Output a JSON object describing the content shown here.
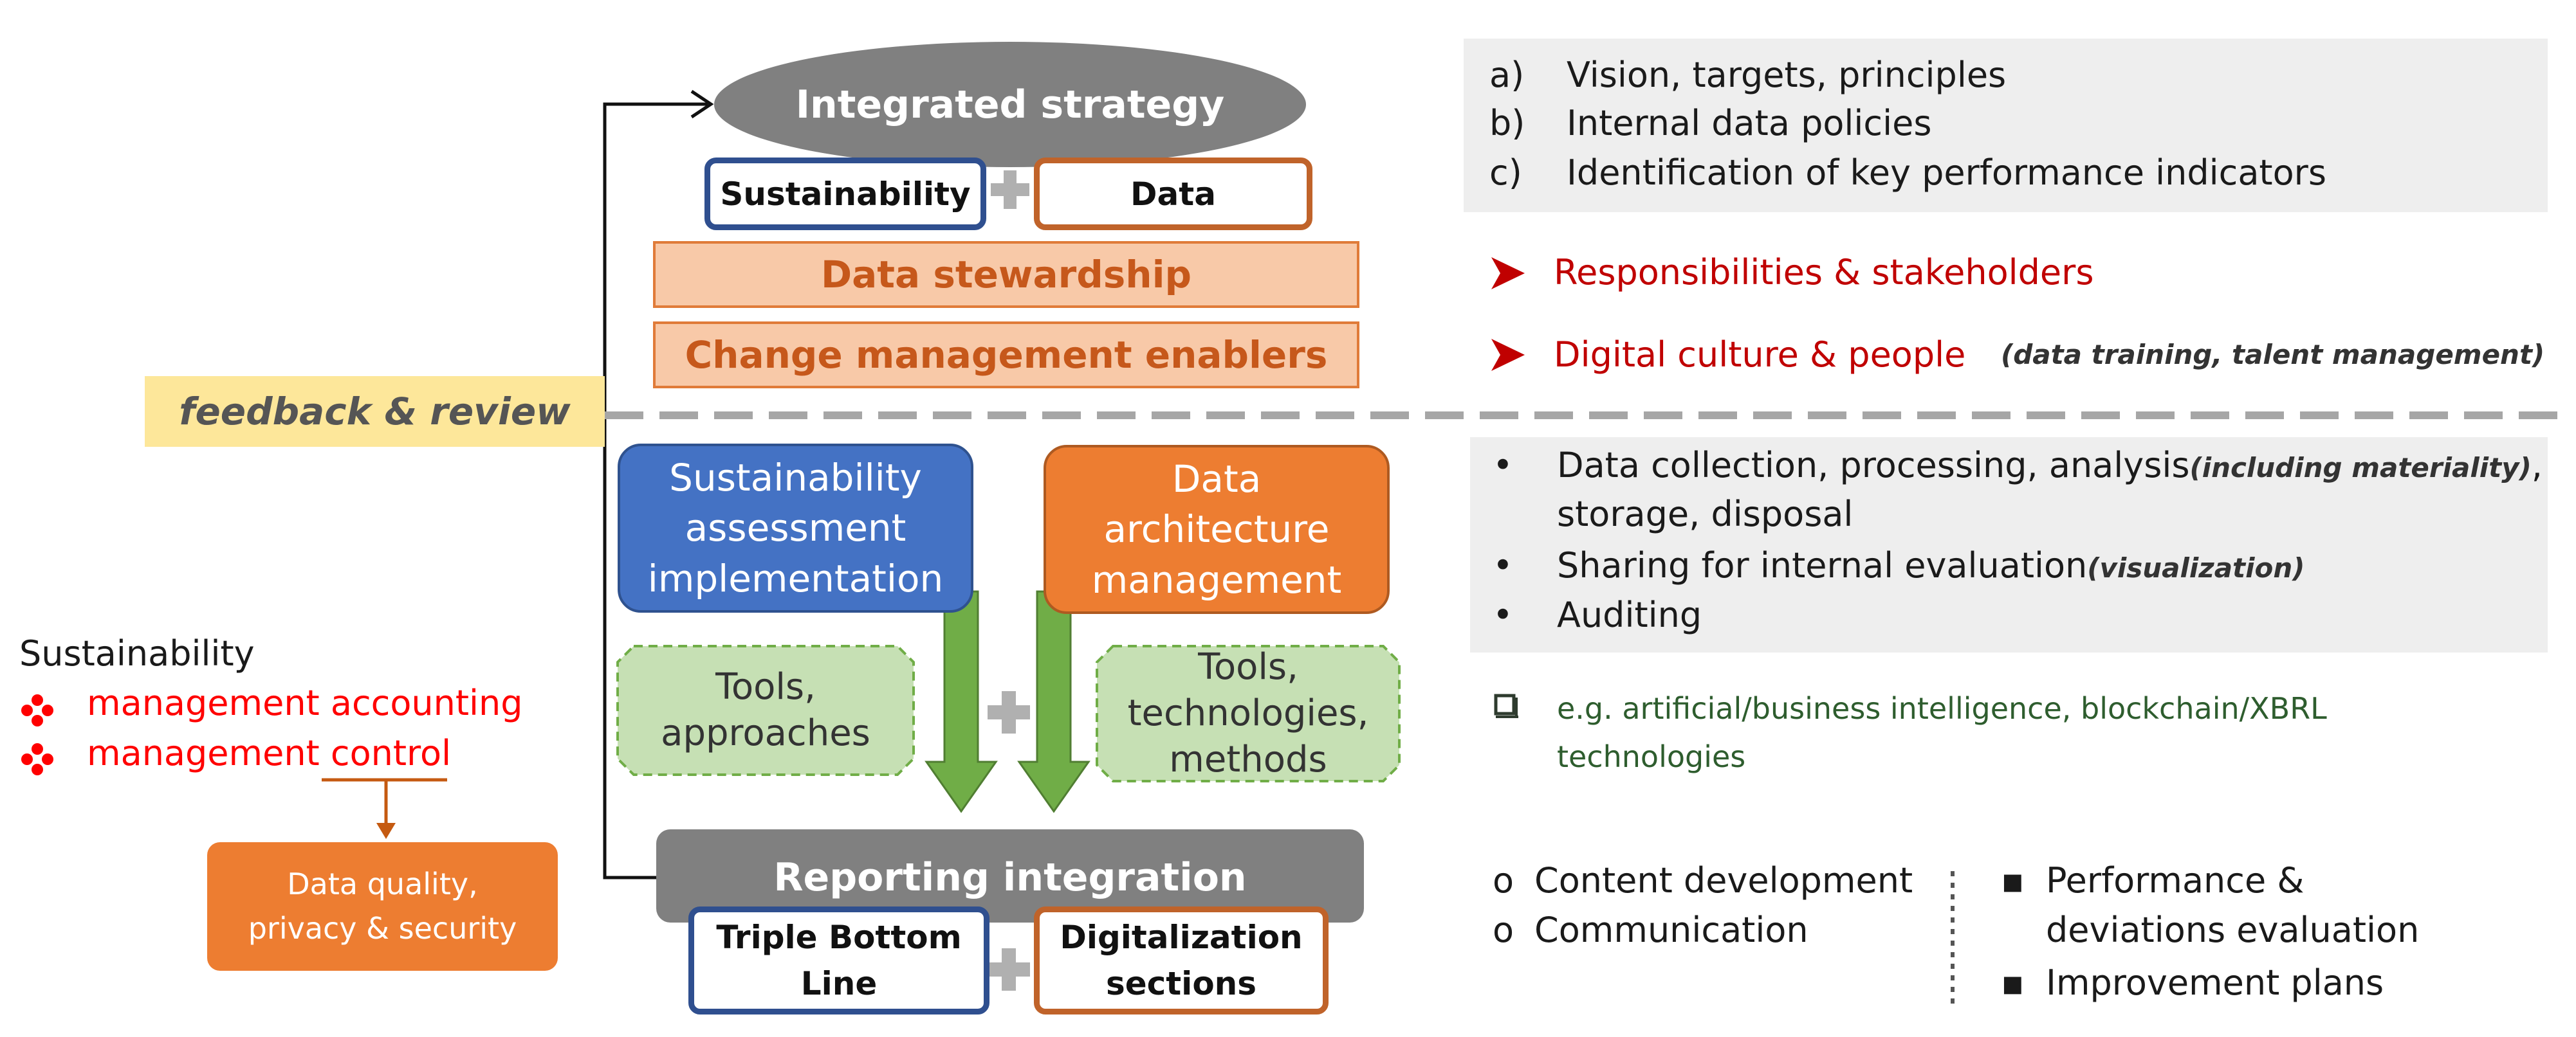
{
  "strategy": {
    "title": "Integrated strategy",
    "sustainability": "Sustainability",
    "data": "Data",
    "stewardship": "Data stewardship",
    "change": "Change management enablers"
  },
  "feedback": "feedback & review",
  "implementation": {
    "sustainability_box": [
      "Sustainability",
      "assessment",
      "implementation"
    ],
    "data_box": [
      "Data",
      "architecture",
      "management"
    ],
    "tools_left": [
      "Tools,",
      "approaches"
    ],
    "tools_right": [
      "Tools,",
      "technologies,",
      "methods"
    ]
  },
  "reporting": {
    "title": "Reporting integration",
    "triple": [
      "Triple Bottom",
      "Line"
    ],
    "digital": [
      "Digitalization",
      "sections"
    ]
  },
  "left_side": {
    "heading": "Sustainability",
    "items": [
      "management accounting",
      "management control"
    ],
    "quality_box": [
      "Data quality,",
      "privacy & security"
    ]
  },
  "right_strategy": {
    "items": [
      {
        "marker": "a)",
        "text": "Vision, targets, principles"
      },
      {
        "marker": "b)",
        "text": "Internal data policies"
      },
      {
        "marker": "c)",
        "text": "Identification of key performance indicators"
      }
    ],
    "responsibilities": "Responsibilities & stakeholders",
    "culture": "Digital culture & people",
    "culture_note": "(data training, talent management)"
  },
  "right_impl": {
    "line1": "Data collection, processing, analysis",
    "line1_note": "(including materiality)",
    "line1_end": ",",
    "line2": "storage, disposal",
    "line3": "Sharing for internal evaluation",
    "line3_note": "(visualization)",
    "line4": "Auditing",
    "example": [
      "e.g. artificial/business intelligence, blockchain/XBRL",
      "technologies"
    ]
  },
  "right_report": {
    "left": [
      "Content development",
      "Communication"
    ],
    "right": [
      "Performance &",
      "deviations evaluation",
      "Improvement plans"
    ]
  },
  "colors": {
    "blue": "#4472c4",
    "orange": "#ed7d31",
    "gray": "#808080",
    "peach": "#f8c9a8",
    "green_fill": "#c6e0b4",
    "green_arrow": "#70ad47",
    "feedback": "#fde79a",
    "red": "#c00000"
  }
}
